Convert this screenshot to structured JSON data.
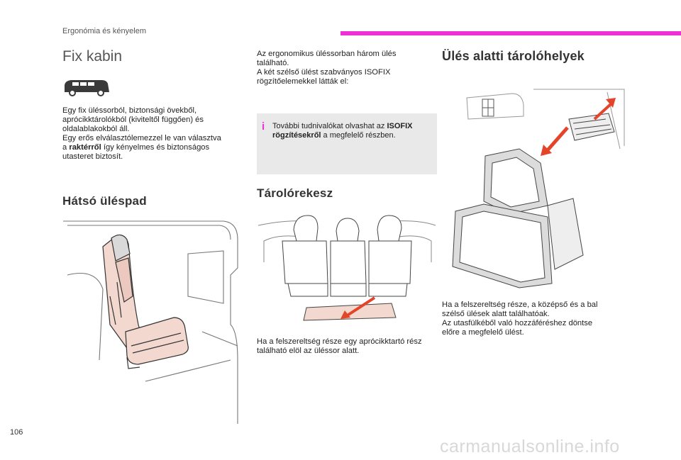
{
  "header": {
    "section_label": "Ergonómia és kényelem",
    "accent_color": "#ee2fd6"
  },
  "col1": {
    "title": "Fix kabin",
    "paragraph_lines": [
      "Egy fix üléssorból, biztonsági övekből,",
      "aprócikktárolókból (kiviteltől függően) és",
      "oldalablakokból áll."
    ],
    "line2_start": "Egy erős elválasztólemezzel le van választva",
    "line3_prefix": "a ",
    "line3_bold": "raktérről",
    "line3_suffix": " így kényelmes és biztonságos",
    "line4": "utasteret biztosít.",
    "heading": "Hátsó üléspad"
  },
  "col2": {
    "intro_lines": [
      "Az ergonomikus üléssorban három ülés",
      "található.",
      "A két szélső ülést szabványos ISOFIX",
      "rögzítőelemekkel látták el:"
    ],
    "info_icon": "i",
    "info_prefix": "További tudnivalókat olvashat az ",
    "info_bold1": "ISOFIX",
    "info_bold2": "rögzítésekről",
    "info_suffix": " a megfelelő részben.",
    "heading": "Tárolórekesz",
    "caption_lines": [
      "Ha a felszereltség része egy aprócikktartó rész",
      "található elöl az üléssor alatt."
    ]
  },
  "col3": {
    "heading": "Ülés alatti tárolóhelyek",
    "caption_lines": [
      "Ha a felszereltség része, a középső és a bal",
      "szélső ülések alatt találhatóak.",
      "Az utasfülkéből való hozzáféréshez döntse",
      "előre a megfelelő ülést."
    ]
  },
  "footer": {
    "page_number": "106",
    "watermark": "carmanualsonline.info"
  }
}
